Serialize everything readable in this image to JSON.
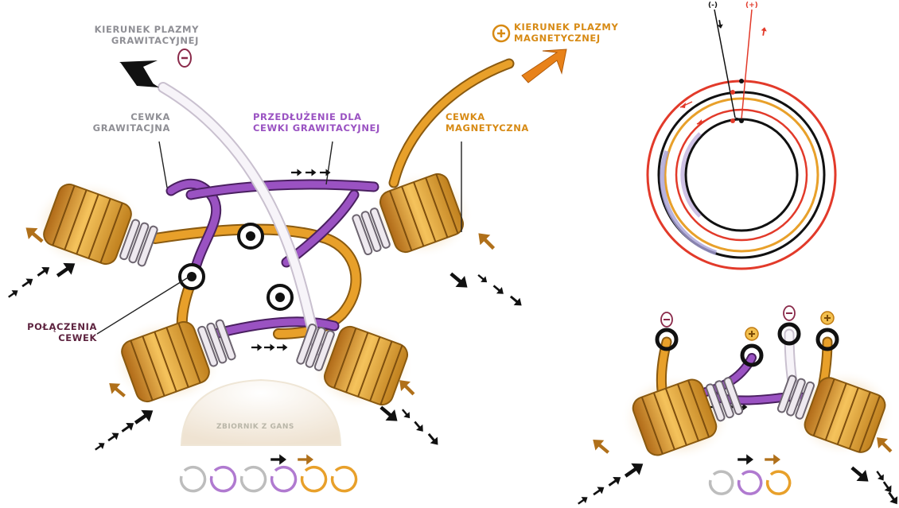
{
  "labels": {
    "gravitational_plasma_direction": {
      "line1": "KIERUNEK PLAZMY",
      "line2": "GRAWITACYJNEJ",
      "sign": "−"
    },
    "magnetic_plasma_direction": {
      "line1": "KIERUNEK PLAZMY",
      "line2": "MAGNETYCZNEJ",
      "sign": "+"
    },
    "gravitational_coil": {
      "line1": "CEWKA",
      "line2": "GRAWITACJNA"
    },
    "extension": {
      "line1": "PRZEDŁUŻENIE DLA",
      "line2": "CEWKI GRAWITACYJNEJ"
    },
    "magnetic_coil": {
      "line1": "CEWKA",
      "line2": "MAGNETYCZNA"
    },
    "coil_connections": {
      "line1": "POŁĄCZENIA",
      "line2": "CEWEK"
    },
    "tank": "ZBIORNIK Z GANS"
  },
  "circuit_signs": {
    "minus": "(-)",
    "plus": "(+)"
  },
  "colors": {
    "gravitational": "#9a52c2",
    "magnetic": "#e8a02a",
    "plasma_white": "#f2eef4",
    "brown_arrow": "#b0701a",
    "red_wire": "#e23a2a",
    "label_gray": "#8f8f95",
    "label_dark": "#5e2440"
  },
  "legend_rings": [
    "gray",
    "purple",
    "gray",
    "purple",
    "orange",
    "orange"
  ],
  "legend_rings_right": [
    "gray",
    "purple",
    "orange"
  ],
  "connector_signs_right": [
    "−",
    "+",
    "−",
    "+"
  ]
}
